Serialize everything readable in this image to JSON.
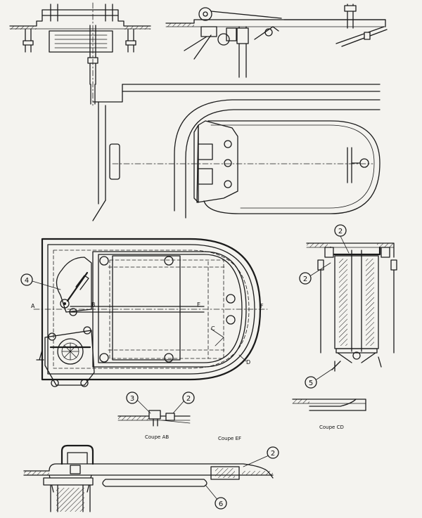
{
  "callouts": [
    {
      "id": "c2a",
      "number": "2"
    },
    {
      "id": "c2b",
      "number": "2"
    },
    {
      "id": "c4",
      "number": "4"
    },
    {
      "id": "c5",
      "number": "5"
    },
    {
      "id": "c3",
      "number": "3"
    },
    {
      "id": "c2c",
      "number": "2"
    },
    {
      "id": "c2d",
      "number": "2"
    },
    {
      "id": "c6",
      "number": "6"
    }
  ],
  "section_letters": {
    "a_left": "A",
    "b": "B",
    "e": "E",
    "f": "F",
    "c": "C",
    "d": "D"
  },
  "captions": {
    "coupe_ab": "Coupe AB",
    "coupe_ef": "Coupe EF",
    "coupe_cd": "Coupe CD"
  }
}
